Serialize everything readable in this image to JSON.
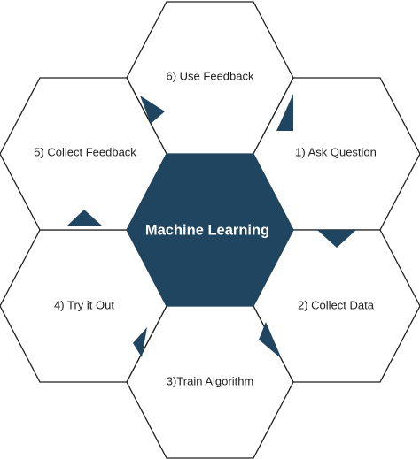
{
  "center": {
    "label": "Machine Learning"
  },
  "steps": [
    {
      "label": "1) Ask Question"
    },
    {
      "label": "2) Collect Data"
    },
    {
      "label": "3)Train Algorithm"
    },
    {
      "label": "4) Try it Out"
    },
    {
      "label": "5) Collect Feedback"
    },
    {
      "label": "6) Use Feedback"
    }
  ],
  "colors": {
    "center_fill": "#1f4560",
    "outline": "#1d1d1d",
    "pointer": "#1f4560",
    "background": "#ffffff"
  }
}
